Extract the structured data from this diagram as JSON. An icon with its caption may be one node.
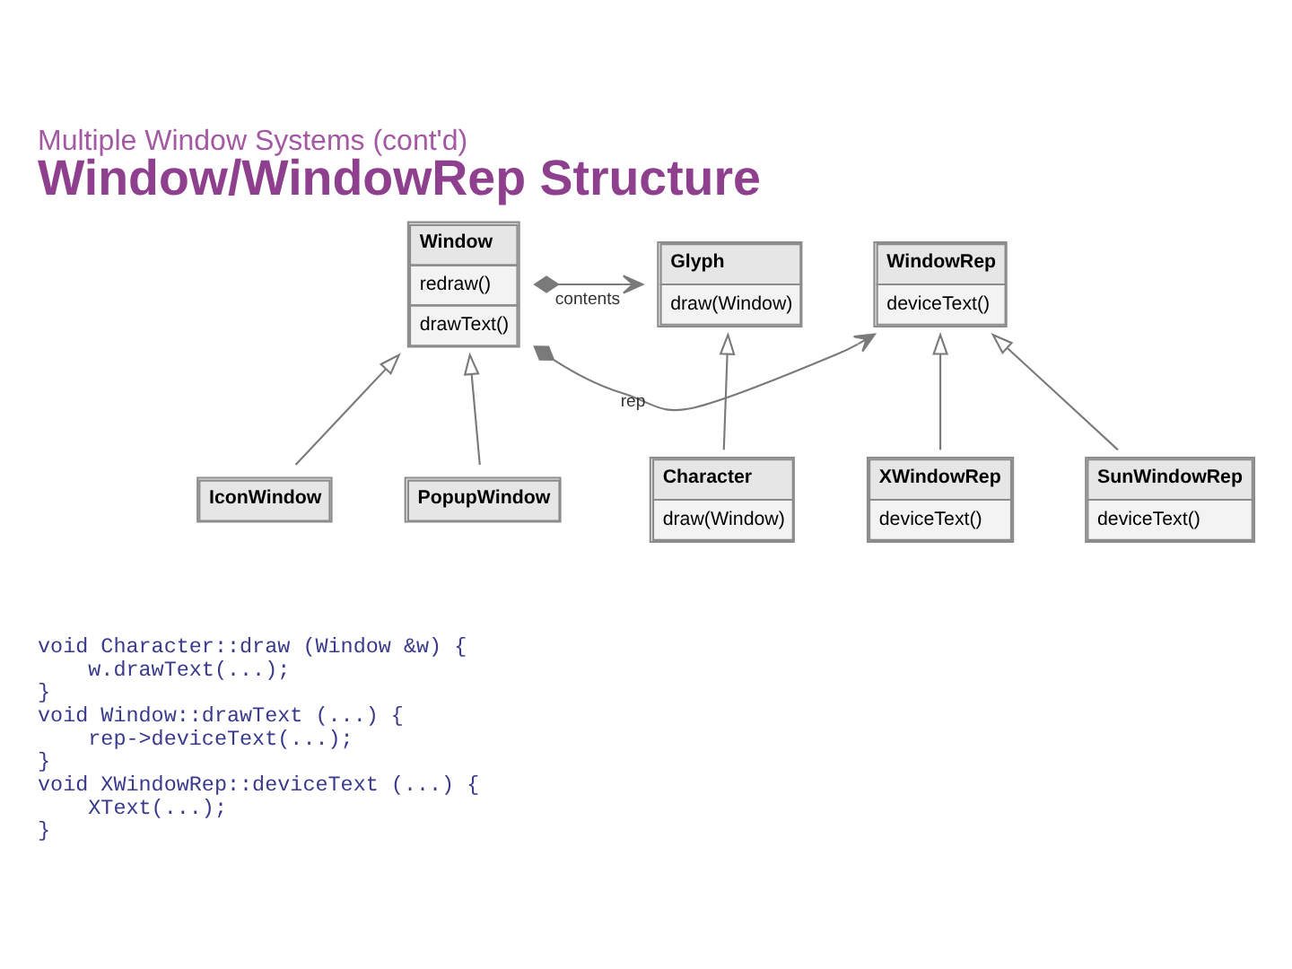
{
  "diagram": {
    "title": "Window/WindowRep Structure",
    "nodes": [
      {
        "text": [
          "Window",
          "redraw()",
          "drawText()"
        ]
      },
      {
        "text": [
          "Glyph",
          "draw(Window)"
        ]
      },
      {
        "text": [
          "WindowRep",
          "deviceText()"
        ]
      },
      {
        "text": [
          "Character",
          "draw(Window)"
        ]
      },
      {
        "text": [
          "IconWindow"
        ]
      },
      {
        "text": [
          "PopupWindow"
        ]
      },
      {
        "text": [
          "XWindowRep",
          "deviceText()"
        ]
      },
      {
        "text": [
          "SunWindowRep",
          "deviceText()"
        ]
      }
    ],
    "edges": [
      {
        "from": 0,
        "to": 1,
        "arrow": "to",
        "label": "contents"
      },
      {
        "from": 0,
        "to": 2,
        "arrow": "to",
        "label": "rep"
      },
      {
        "from": 3,
        "to": 1,
        "arrow": "to"
      },
      {
        "from": 4,
        "to": 0,
        "arrow": "to"
      },
      {
        "from": 5,
        "to": 0,
        "arrow": "to"
      },
      {
        "from": 6,
        "to": 2,
        "arrow": "to"
      },
      {
        "from": 7,
        "to": 2,
        "arrow": "to"
      }
    ],
    "labels": [
      "Multiple Window Systems (cont'd)",
      "void Character::draw (Window &w) {",
      "w.drawText(...);",
      "}",
      "void Window::drawText (...) {",
      "rep->deviceText(...);",
      "}",
      "void XWindowRep::deviceText (...) {",
      "XText(...);",
      "}"
    ]
  }
}
